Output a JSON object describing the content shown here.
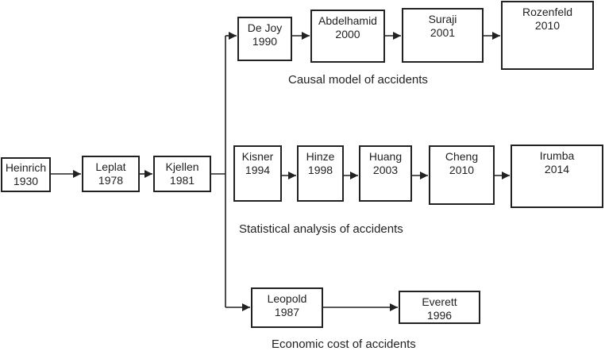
{
  "nodes": {
    "heinrich": {
      "name": "Heinrich",
      "year": "1930"
    },
    "leplat": {
      "name": "Leplat",
      "year": "1978"
    },
    "kjellen": {
      "name": "Kjellen",
      "year": "1981"
    },
    "dejoy": {
      "name": "De Joy",
      "year": "1990"
    },
    "abdelhamid": {
      "name": "Abdelhamid",
      "year": "2000"
    },
    "suraji": {
      "name": "Suraji",
      "year": "2001"
    },
    "rozenfeld": {
      "name": "Rozenfeld",
      "year": "2010"
    },
    "kisner": {
      "name": "Kisner",
      "year": "1994"
    },
    "hinze": {
      "name": "Hinze",
      "year": "1998"
    },
    "huang": {
      "name": "Huang",
      "year": "2003"
    },
    "cheng": {
      "name": "Cheng",
      "year": "2010"
    },
    "irumba": {
      "name": "Irumba",
      "year": "2014"
    },
    "leopold": {
      "name": "Leopold",
      "year": "1987"
    },
    "everett": {
      "name": "Everett",
      "year": "1996"
    }
  },
  "captions": {
    "causal": "Causal model  of accidents",
    "statistical": "Statistical analysis of accidents",
    "economic": "Economic cost of accidents"
  }
}
